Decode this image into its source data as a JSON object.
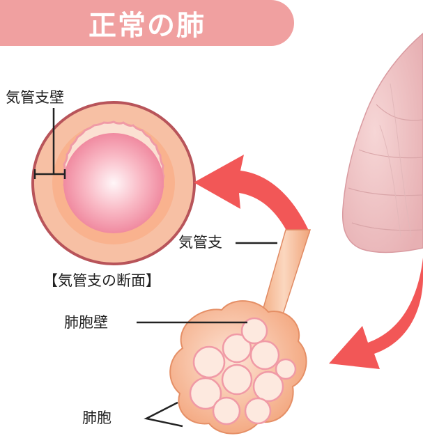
{
  "title": "正常の肺",
  "labels": {
    "bronchial_wall": "気管支壁",
    "bronchus": "気管支",
    "cross_section": "【気管支の断面】",
    "alveolar_wall": "肺胞壁",
    "alveolus": "肺胞"
  },
  "colors": {
    "banner": "#f0a0a0",
    "arrow": "#f25757",
    "lung": "#f0c6c6",
    "wall": "#f5b38a",
    "lumen": "#f7a7b3"
  }
}
